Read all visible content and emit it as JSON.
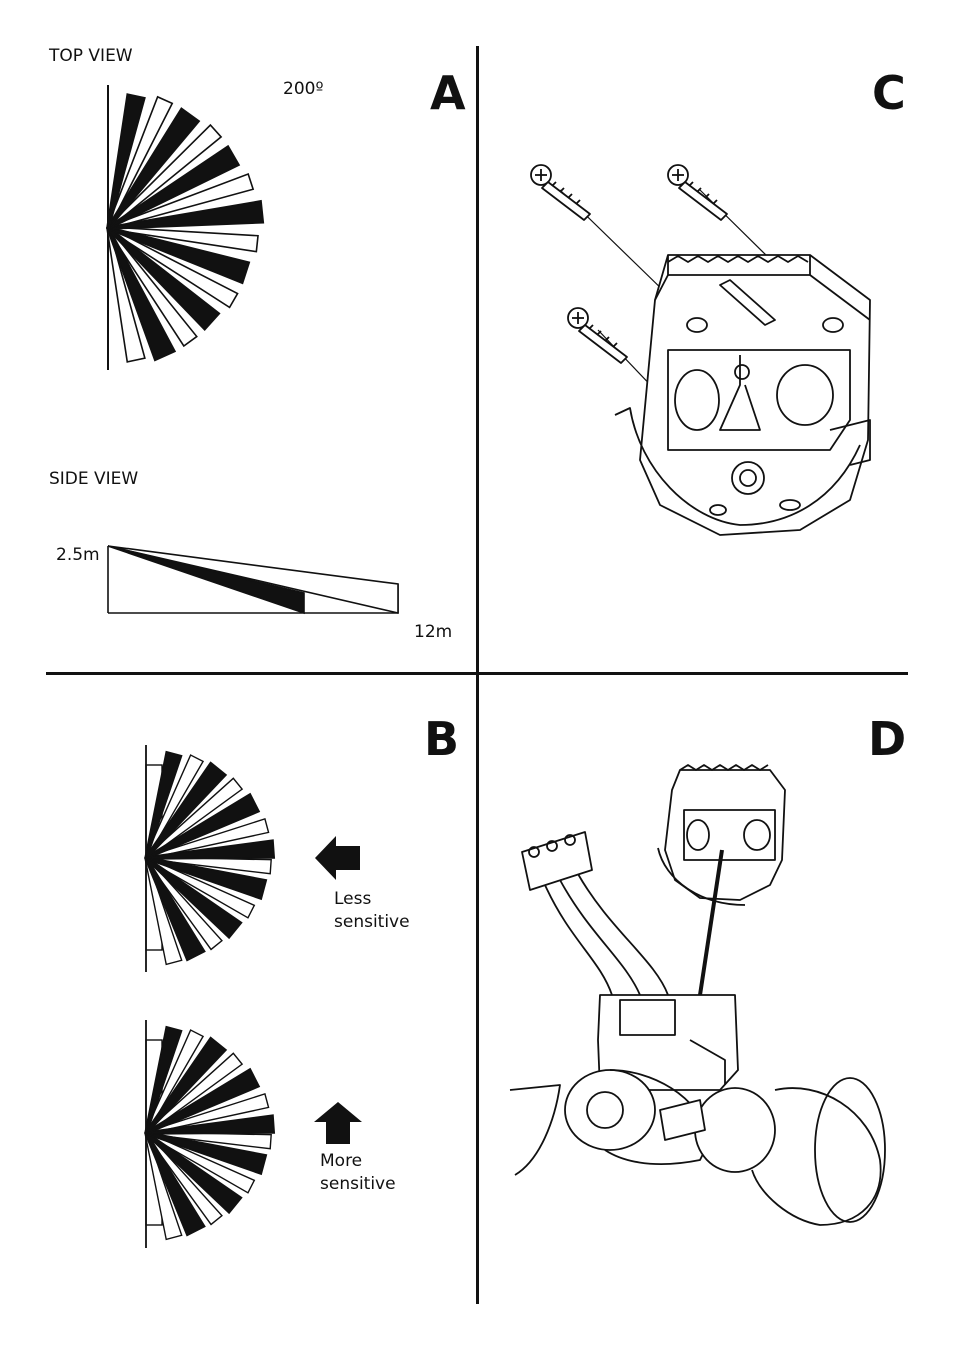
{
  "panels": {
    "A": {
      "letter": "A",
      "top_view_label": "TOP VIEW",
      "angle_label": "200º",
      "side_view_label": "SIDE VIEW",
      "height_label": "2.5m",
      "range_label": "12m"
    },
    "B": {
      "letter": "B",
      "less_label": "Less\nsensitive",
      "more_label": "More\nsensitive"
    },
    "C": {
      "letter": "C"
    },
    "D": {
      "letter": "D"
    }
  },
  "colors": {
    "ink": "#111111",
    "paper": "#ffffff"
  }
}
